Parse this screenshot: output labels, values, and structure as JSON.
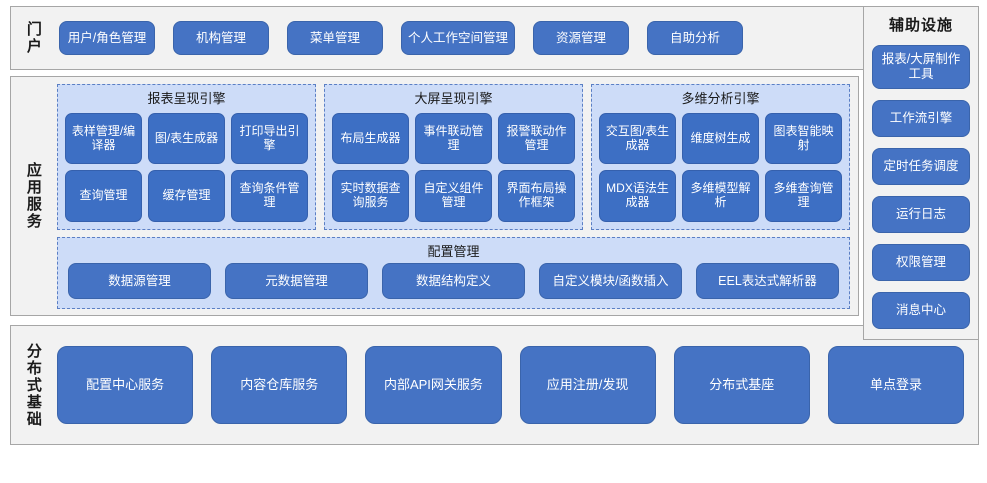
{
  "diagram": {
    "title_colors": {
      "button_blue": "#4573c4",
      "inner_box_blue": "#3d6fc4",
      "group_fill": "#cddcf8",
      "panel_bg": "#f2f2f2",
      "panel_border": "#a6a6a6",
      "dashed_border": "#5b7fc4"
    },
    "layers": [
      {
        "id": "portal",
        "label": "门户",
        "items": [
          "用户/角色管理",
          "机构管理",
          "菜单管理",
          "个人工作空间管理",
          "资源管理",
          "自助分析"
        ]
      },
      {
        "id": "app-service",
        "label": "应用服务",
        "engines": [
          {
            "title": "报表呈现引擎",
            "items": [
              "表样管理/编译器",
              "图/表生成器",
              "打印导出引擎",
              "查询管理",
              "缓存管理",
              "查询条件管理"
            ]
          },
          {
            "title": "大屏呈现引擎",
            "items": [
              "布局生成器",
              "事件联动管理",
              "报警联动作管理",
              "实时数据查询服务",
              "自定义组件管理",
              "界面布局操作框架"
            ]
          },
          {
            "title": "多维分析引擎",
            "items": [
              "交互图/表生成器",
              "维度树生成",
              "图表智能映射",
              "MDX语法生成器",
              "多维模型解析",
              "多维查询管理"
            ]
          }
        ],
        "config": {
          "title": "配置管理",
          "items": [
            "数据源管理",
            "元数据管理",
            "数据结构定义",
            "自定义模块/函数插入",
            "EEL表达式解析器"
          ]
        }
      },
      {
        "id": "distributed-base",
        "label": "分布式基础",
        "items": [
          "配置中心服务",
          "内容仓库服务",
          "内部API网关服务",
          "应用注册/发现",
          "分布式基座",
          "单点登录"
        ]
      }
    ],
    "aux": {
      "title": "辅助设施",
      "items": [
        "报表/大屏制作工具",
        "工作流引擎",
        "定时任务调度",
        "运行日志",
        "权限管理",
        "消息中心"
      ]
    }
  }
}
